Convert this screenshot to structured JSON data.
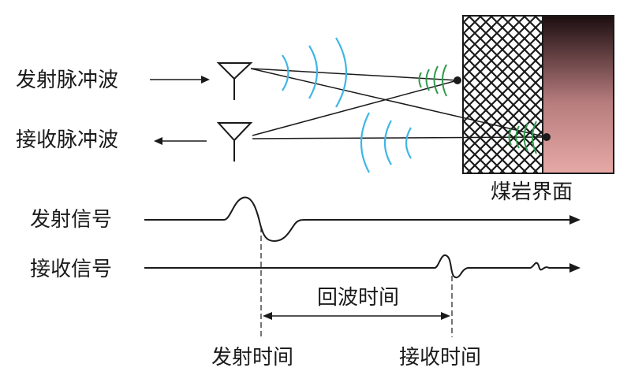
{
  "labels": {
    "transmit_pulse": "发射脉冲波",
    "receive_pulse": "接收脉冲波",
    "coal_rock_interface": "煤岩界面",
    "transmit_signal": "发射信号",
    "receive_signal": "接收信号",
    "echo_time": "回波时间",
    "transmit_time": "发射时间",
    "receive_time": "接收时间"
  },
  "colors": {
    "ink": "#1a1a1a",
    "wave_blue": "#3fb6e6",
    "echo_green": "#2f9a4a",
    "rock_gradient_top": "#1b0d0f",
    "rock_gradient_bottom": "#e6a9a6"
  },
  "icons": {
    "antenna": "antenna-icon",
    "coal_hatch": "crosshatch-pattern"
  }
}
